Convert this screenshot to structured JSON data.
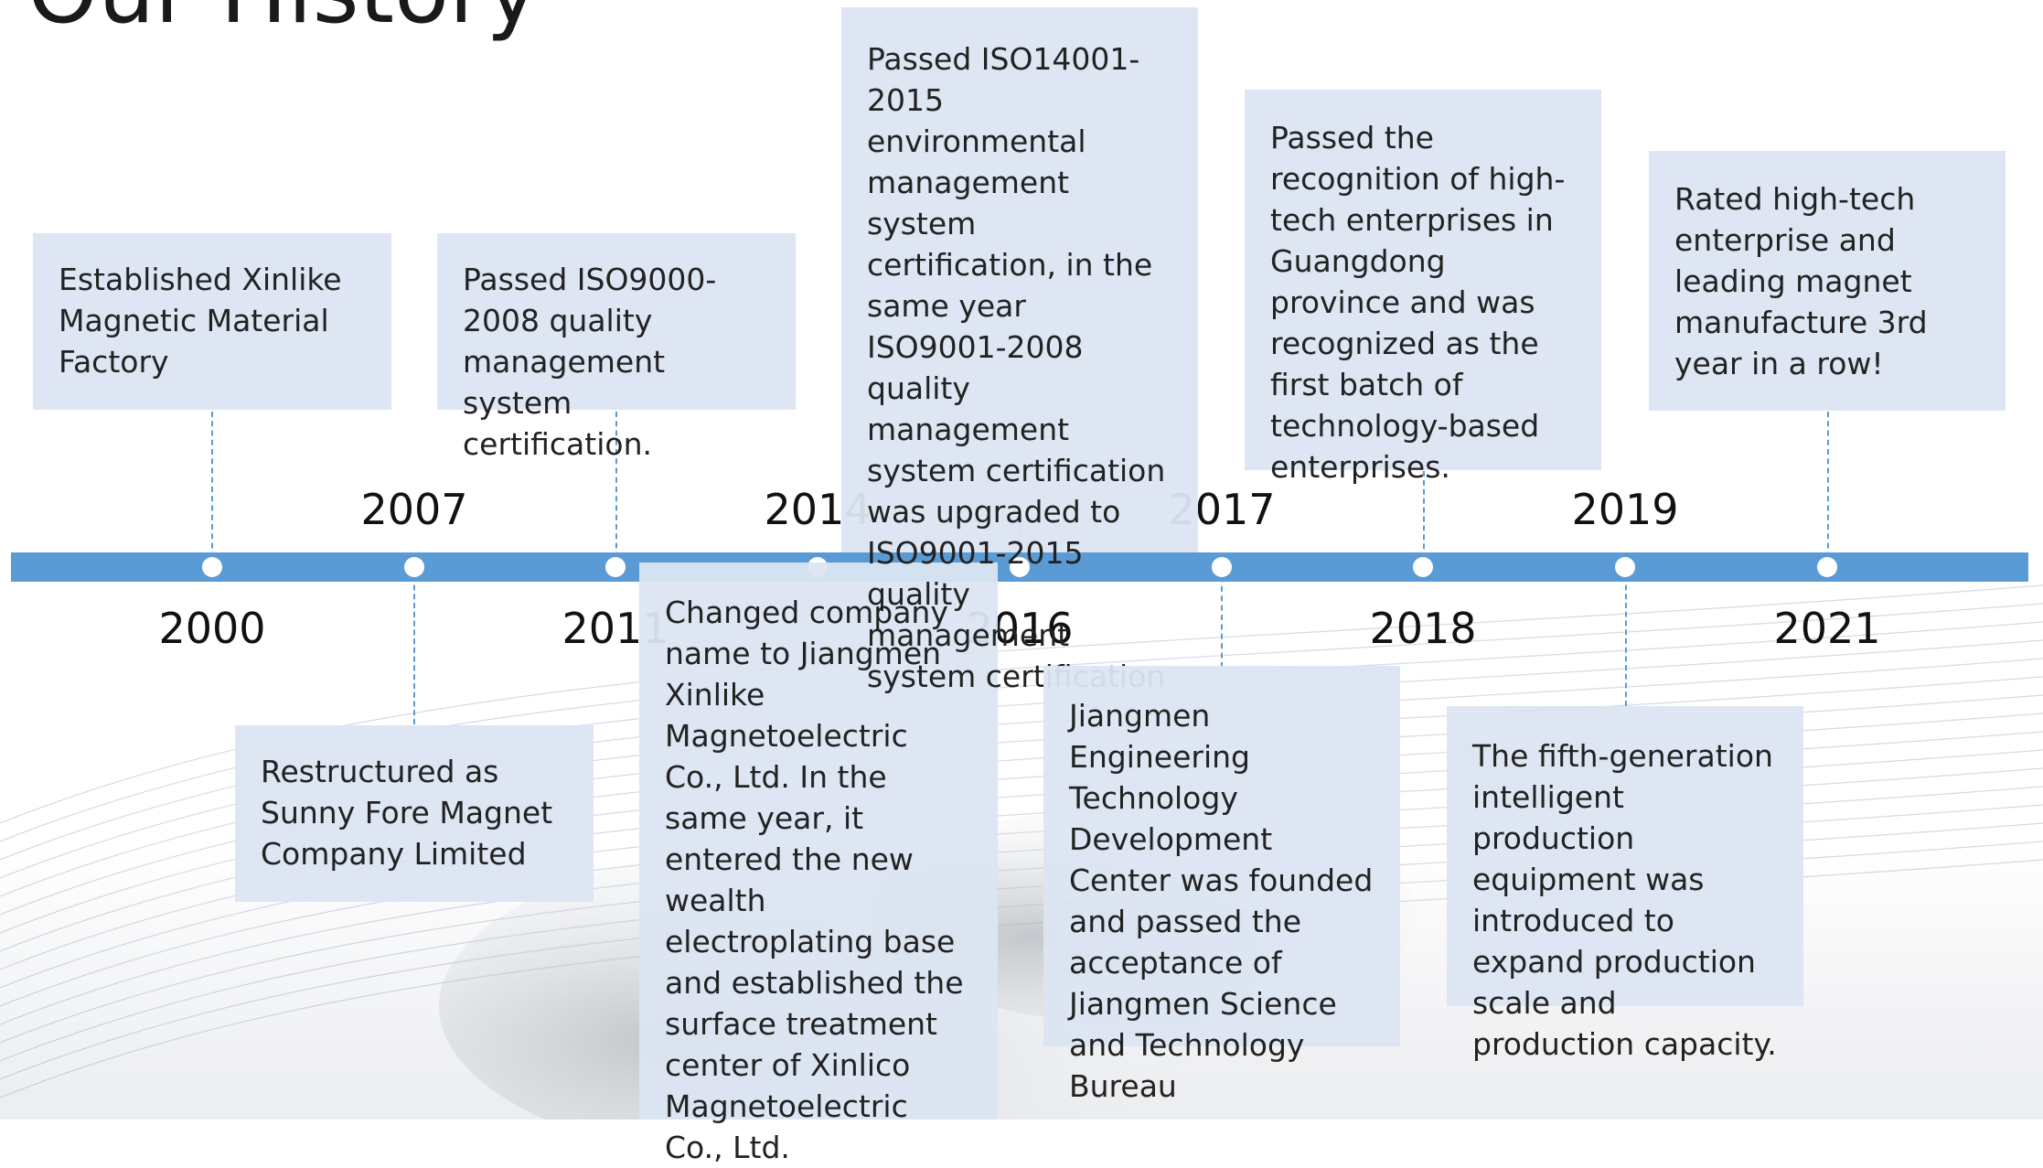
{
  "page": {
    "title": "Our History"
  },
  "colors": {
    "bar": "#5b9bd5",
    "box": "#dbe5f1",
    "text": "#222222"
  },
  "timeline": {
    "years": [
      {
        "year": "2000",
        "text": "Established Xinlike Magnetic Material Factory"
      },
      {
        "year": "2007",
        "text": "Restructured as Sunny Fore Magnet Company Limited"
      },
      {
        "year": "2011",
        "text": "Passed ISO9000-2008 quality management system certification."
      },
      {
        "year": "2014",
        "text": "Changed company name to Jiangmen Xinlike Magnetoelectric Co., Ltd. In the same year, it entered the new wealth electroplating base and established the surface treatment center of Xinlico Magnetoelectric Co., Ltd."
      },
      {
        "year": "2016",
        "text": "Passed ISO14001-2015 environmental management system certification, in the same year ISO9001-2008 quality management system certification was upgraded to ISO9001-2015 quality management system certification"
      },
      {
        "year": "2017",
        "text": "Jiangmen Engineering Technology Development Center was founded and passed the acceptance of Jiangmen Science and Technology Bureau"
      },
      {
        "year": "2018",
        "text": "Passed the recognition of high-tech enterprises in Guangdong province and was recognized as the first batch of technology-based enterprises."
      },
      {
        "year": "2019",
        "text": "The fifth-generation intelligent production equipment was introduced to expand production scale and production capacity."
      },
      {
        "year": "2021",
        "text": "Rated high-tech enterprise and leading magnet manufacture 3rd year in a row!"
      }
    ]
  }
}
